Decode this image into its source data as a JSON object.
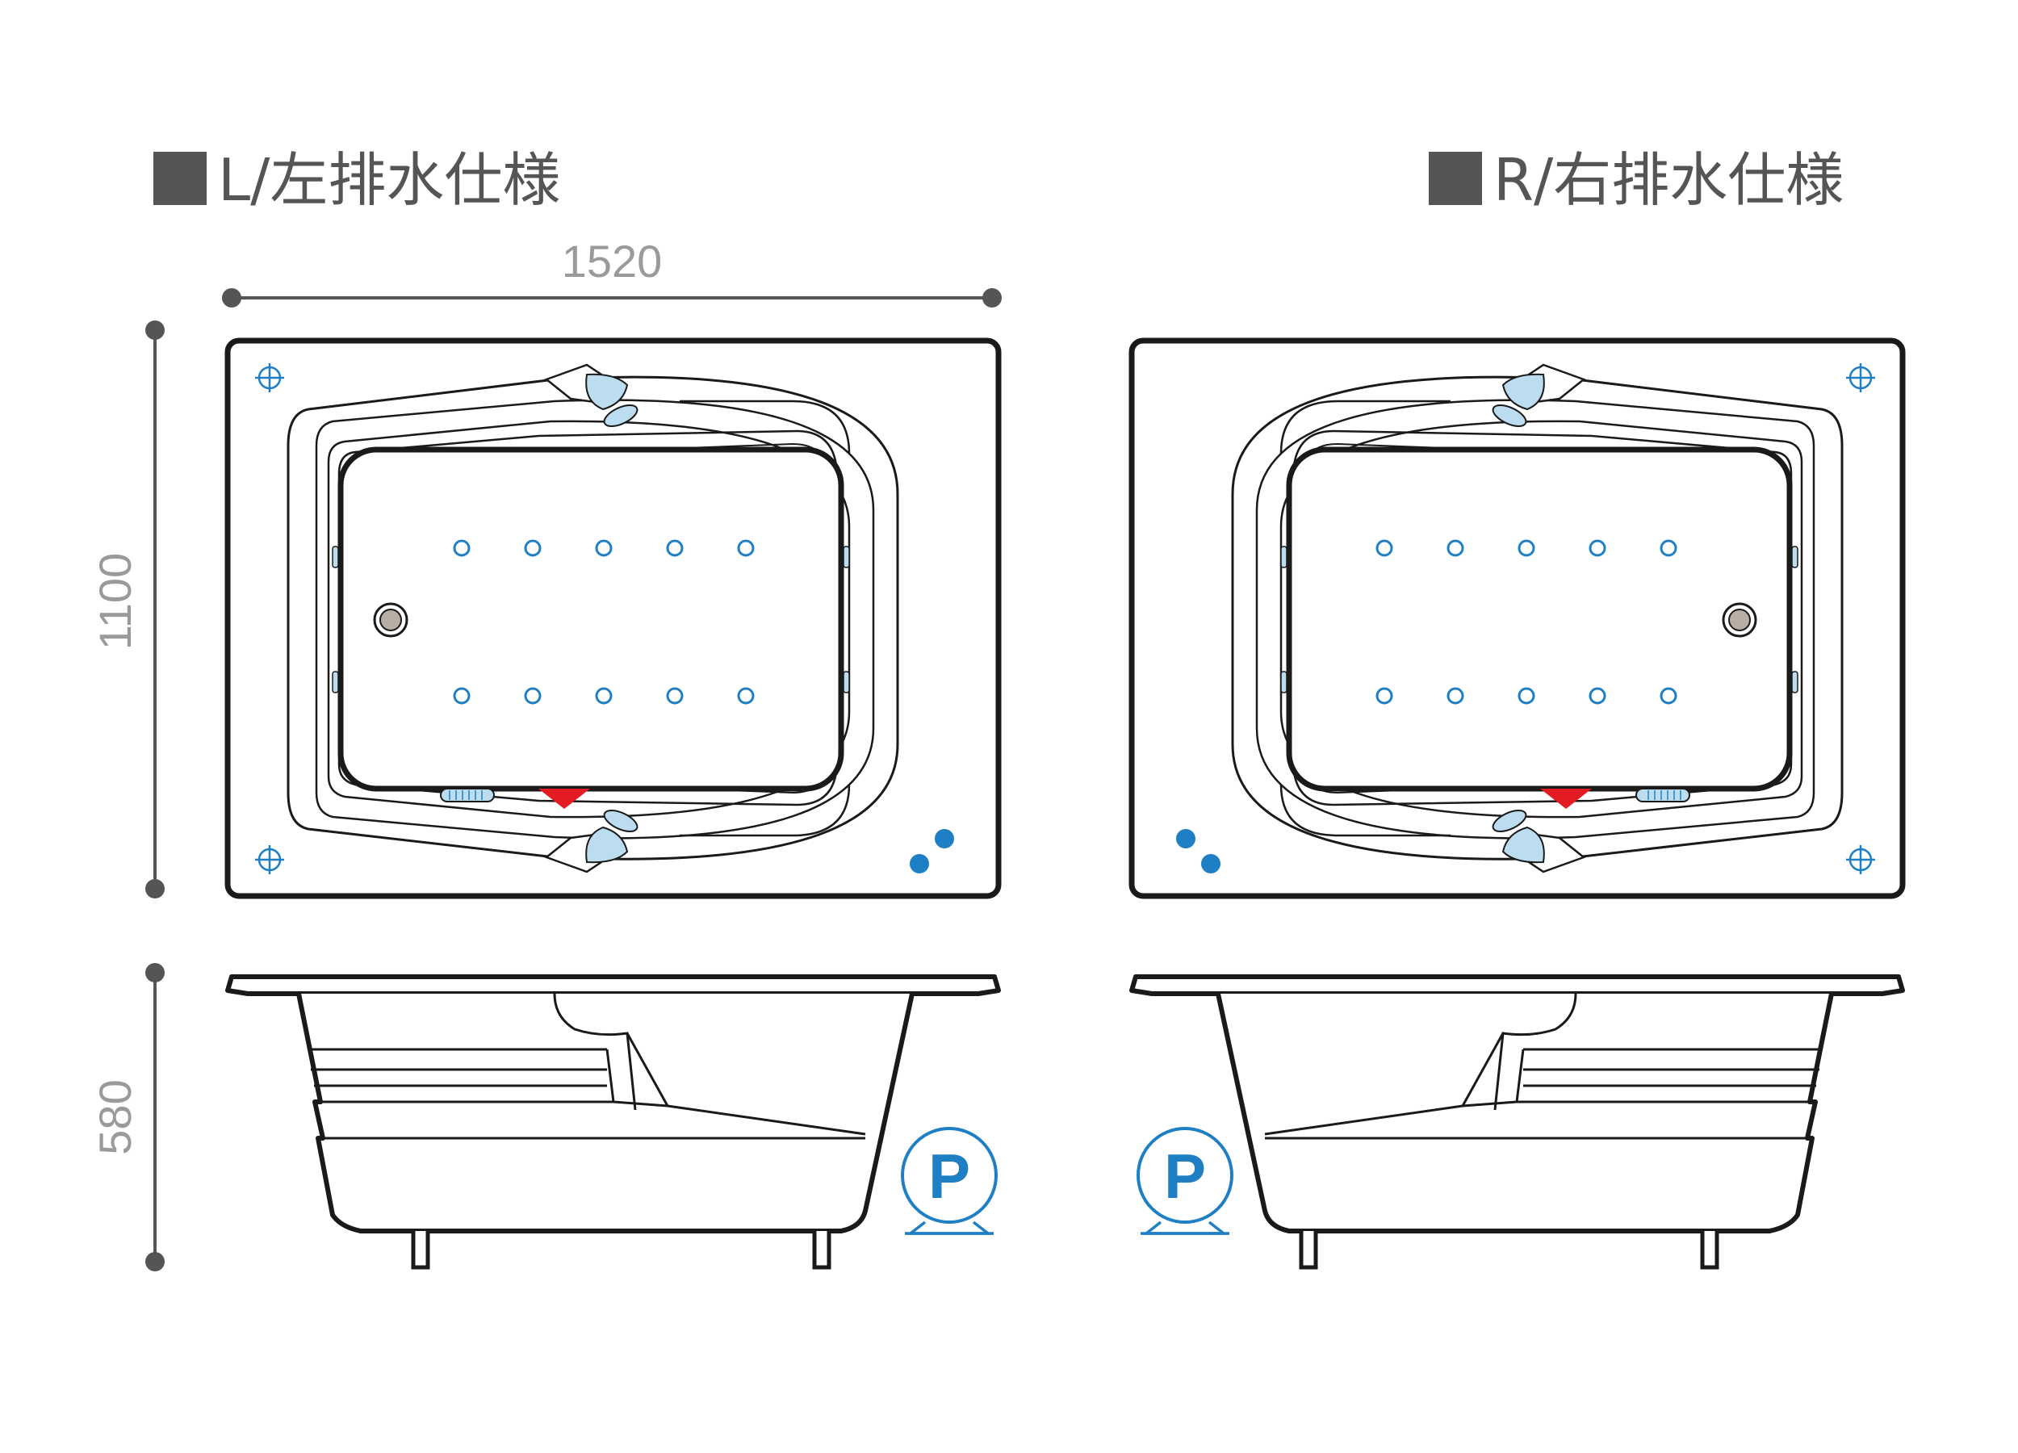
{
  "titles": {
    "left": "L/左排水仕様",
    "right": "R/右排水仕様"
  },
  "dimensions": {
    "width": "1520",
    "depth": "1100",
    "height": "580"
  },
  "badge": {
    "label": "P"
  },
  "colors": {
    "outline": "#1a1a1a",
    "jet": "#1f7fc4",
    "marker": "#e31b23",
    "grip": "#bcdcf0",
    "drain": "#b8aea4",
    "dimension": "#555555",
    "title_square": "#555555"
  }
}
